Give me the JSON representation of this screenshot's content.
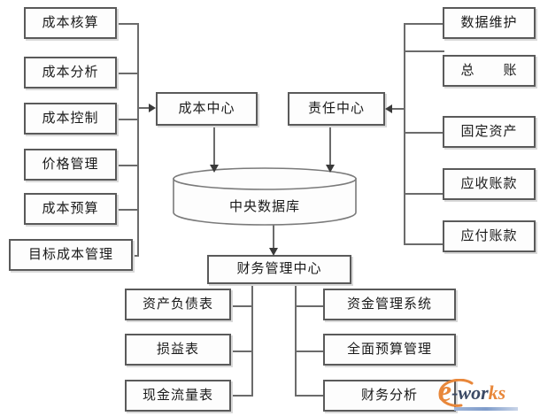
{
  "diagram": {
    "title_nodes": {
      "cost_center": "成本中心",
      "responsibility_center": "责任中心",
      "database": "中央数据库",
      "finance_center": "财务管理中心"
    },
    "left_column": [
      {
        "label": "成本核算"
      },
      {
        "label": "成本分析"
      },
      {
        "label": "成本控制"
      },
      {
        "label": "价格管理"
      },
      {
        "label": "成本预算"
      },
      {
        "label": "目标成本管理"
      }
    ],
    "right_column": [
      {
        "label": "数据维护"
      },
      {
        "label": "总　　账"
      },
      {
        "label": "固定资产"
      },
      {
        "label": "应收账款"
      },
      {
        "label": "应付账款"
      }
    ],
    "bottom_left_column": [
      {
        "label": "资产负债表"
      },
      {
        "label": "损益表"
      },
      {
        "label": "现金流量表"
      }
    ],
    "bottom_right_column": [
      {
        "label": "资金管理系统"
      },
      {
        "label": "全面预算管理"
      },
      {
        "label": "财务分析"
      }
    ],
    "colors": {
      "box_border": "#5a5a5a",
      "box_fill": "#fdfdfd",
      "connector": "#6b6b6b",
      "arrow": "#3a3a3a",
      "background": "#ffffff"
    }
  },
  "watermark": {
    "e": "e",
    "dash": "-",
    "wor": "wor",
    "ks": "ks"
  }
}
